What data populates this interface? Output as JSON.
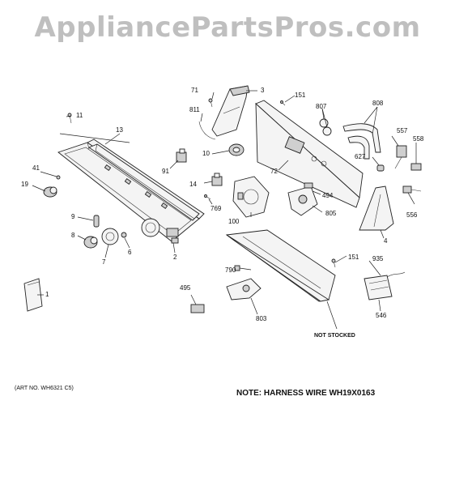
{
  "watermark": "AppliancePartsPros.com",
  "art_no": "(ART NO. WH6321 C5)",
  "harness_note": "NOTE: HARNESS WIRE WH19X0163",
  "not_stocked": "NOT STOCKED",
  "labels": {
    "p1": "1",
    "p2": "2",
    "p3": "3",
    "p4": "4",
    "p6": "6",
    "p7": "7",
    "p8": "8",
    "p9": "9",
    "p10": "10",
    "p11": "11",
    "p13": "13",
    "p14": "14",
    "p19": "19",
    "p41": "41",
    "p71": "71",
    "p72": "72",
    "p91": "91",
    "p100": "100",
    "p151a": "151",
    "p151b": "151",
    "p494": "494",
    "p495": "495",
    "p546": "546",
    "p556": "556",
    "p557": "557",
    "p558": "558",
    "p627": "627",
    "p769": "769",
    "p790": "790",
    "p803": "803",
    "p805": "805",
    "p807": "807",
    "p808": "808",
    "p811": "811",
    "p935": "935"
  }
}
